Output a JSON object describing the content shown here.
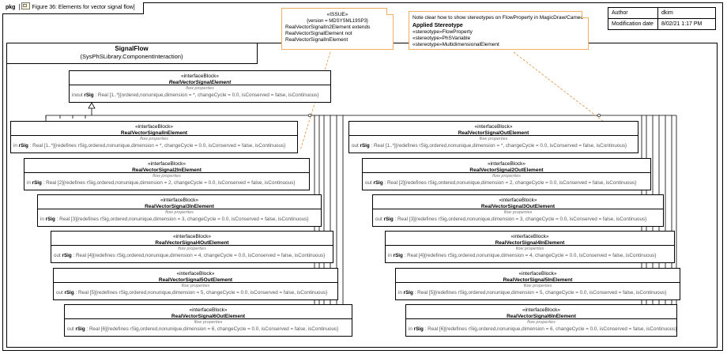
{
  "frame": {
    "kind": "pkg",
    "title": "Figure 36: Elements for vector signal flow"
  },
  "meta": {
    "author_label": "Author",
    "author_value": "dkim",
    "mod_label": "Modification date",
    "mod_value": "8/02/21 1:17 PM"
  },
  "issue_note": {
    "stereo": "«ISSUE»",
    "version": "{version = MDSYSML19SP3}",
    "lines": [
      "RealVectorSignalIn2Element extends",
      "RealVectorSignalElement not",
      "RealVectorSignalInElement"
    ]
  },
  "stereo_note": {
    "text": "Note clear how to show stereotypes on FlowProperty in MagicDraw/Cameo",
    "heading": "Applied Stereotype",
    "items": [
      "«stereotype»FlowProperty",
      "«stereotype»PhSVariable",
      "«stereotype»MultidimensionalElement"
    ]
  },
  "signalflow": {
    "name": "SignalFlow",
    "path": "(SysPhSLibrary.ComponentInteraction)"
  },
  "compartment_label": "flow properties",
  "stereotype": "«interfaceBlock»",
  "parent": {
    "name": "RealVectorSignalElement",
    "dir": "inout",
    "sig": "rSig",
    "rest": ": Real [1..*]{ordered,nonunique,dimension = *, changeCycle = 0.0, isConserved = false, isContinuous}"
  },
  "left_blocks": [
    {
      "name": "RealVectorSignalInElement",
      "dir": "in",
      "sig": "rSig",
      "rest": ": Real [1..*]{redefines rSig,ordered,nonunique,dimension = *, changeCycle = 0.0, isConserved = false, isContinuous}"
    },
    {
      "name": "RealVectorSignal2InElement",
      "dir": "in",
      "sig": "rSig",
      "rest": ": Real [2]{redefines rSig,ordered,nonunique,dimension = 2, changeCycle = 0.0, isConserved = false, isContinuous}"
    },
    {
      "name": "RealVectorSignal3InElement",
      "dir": "in",
      "sig": "rSig",
      "rest": ": Real [3]{redefines rSig,ordered,nonunique,dimension = 3, changeCycle = 0.0, isConserved = false, isContinuous}"
    },
    {
      "name": "RealVectorSignal4OutElement",
      "dir": "out",
      "sig": "rSig",
      "rest": ": Real [4]{redefines rSig,ordered,nonunique,dimension = 4, changeCycle = 0.0, isConserved = false, isContinuous}"
    },
    {
      "name": "RealVectorSignal5OutElement",
      "dir": "out",
      "sig": "rSig",
      "rest": ": Real [5]{redefines rSig,ordered,nonunique,dimension = 5, changeCycle = 0.0, isConserved = false, isContinuous}"
    },
    {
      "name": "RealVectorSignal6OutElement",
      "dir": "out",
      "sig": "rSig",
      "rest": ": Real [6]{redefines rSig,ordered,nonunique,dimension = 6, changeCycle = 0.0, isConserved = false, isContinuous}"
    }
  ],
  "right_blocks": [
    {
      "name": "RealVectorSignalOutElement",
      "dir": "out",
      "sig": "rSig",
      "rest": ": Real [1..*]{redefines rSig,ordered,nonunique,dimension = *, changeCycle = 0.0, isConserved = false, isContinuous}"
    },
    {
      "name": "RealVectorSignal2OutElement",
      "dir": "out",
      "sig": "rSig",
      "rest": ": Real [2]{redefines rSig,ordered,nonunique,dimension = 2, changeCycle = 0.0, isConserved = false, isContinuous}"
    },
    {
      "name": "RealVectorSignal3OutElement",
      "dir": "out",
      "sig": "rSig",
      "rest": ": Real [3]{redefines rSig,ordered,nonunique,dimension = 3, changeCycle = 0.0, isConserved = false, isContinuous}"
    },
    {
      "name": "RealVectorSignal4InElement",
      "dir": "in",
      "sig": "rSig",
      "rest": ": Real [4]{redefines rSig,ordered,nonunique,dimension = 4, changeCycle = 0.0, isConserved = false, isContinuous}"
    },
    {
      "name": "RealVectorSignal5InElement",
      "dir": "in",
      "sig": "rSig",
      "rest": ": Real [5]{redefines rSig,ordered,nonunique,dimension = 5, changeCycle = 0.0, isConserved = false, isContinuous}"
    },
    {
      "name": "RealVectorSignal6InElement",
      "dir": "in",
      "sig": "rSig",
      "rest": ": Real [6]{redefines rSig,ordered,nonunique,dimension = 6, changeCycle = 0.0, isConserved = false, isContinuous}"
    }
  ],
  "colors": {
    "note_border": "#f0b060",
    "note_link": "#e89040"
  }
}
